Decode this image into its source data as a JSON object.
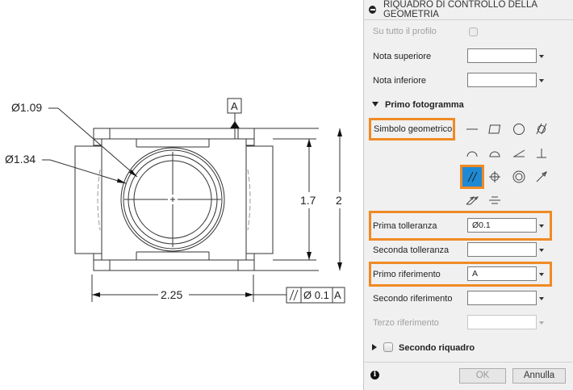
{
  "drawing": {
    "dimensions": {
      "dia_inner": "Ø1.09",
      "dia_outer": "Ø1.34",
      "height_inner": "1.7",
      "height_outer": "2",
      "width": "2.25"
    },
    "datum_label": "A",
    "fcf": {
      "symbol": "//",
      "tolerance": "Ø 0.1",
      "datum": "A"
    }
  },
  "panel": {
    "title": "RIQUADRO DI CONTROLLO DELLA GEOMETRIA",
    "all_around_label": "Su tutto il profilo",
    "top_note_label": "Nota superiore",
    "bottom_note_label": "Nota inferiore",
    "top_note_value": "",
    "bottom_note_value": "",
    "first_frame_label": "Primo fotogramma",
    "geometric_symbol_label": "Simbolo geometrico",
    "symbols": [
      {
        "name": "straightness",
        "selected": false
      },
      {
        "name": "flatness",
        "selected": false
      },
      {
        "name": "circularity",
        "selected": false
      },
      {
        "name": "cylindricity",
        "selected": false
      },
      {
        "name": "profile-of-line",
        "selected": false
      },
      {
        "name": "profile-of-surface",
        "selected": false
      },
      {
        "name": "angularity",
        "selected": false
      },
      {
        "name": "perpendicularity",
        "selected": false
      },
      {
        "name": "parallelism",
        "selected": true
      },
      {
        "name": "position",
        "selected": false
      },
      {
        "name": "concentricity",
        "selected": false
      },
      {
        "name": "circular-runout",
        "selected": false
      },
      {
        "name": "total-runout",
        "selected": false
      },
      {
        "name": "symmetry",
        "selected": false
      }
    ],
    "first_tolerance_label": "Prima tolleranza",
    "first_tolerance_value": "Ø0.1",
    "second_tolerance_label": "Seconda tolleranza",
    "second_tolerance_value": "",
    "first_datum_label": "Primo riferimento",
    "first_datum_value": "A",
    "second_datum_label": "Secondo riferimento",
    "second_datum_value": "",
    "third_datum_label": "Terzo riferimento",
    "third_datum_value": "",
    "second_frame_label": "Secondo riquadro",
    "ok_label": "OK",
    "cancel_label": "Annulla",
    "accent_color": "#f08a24",
    "selected_color": "#1e8ad6"
  }
}
